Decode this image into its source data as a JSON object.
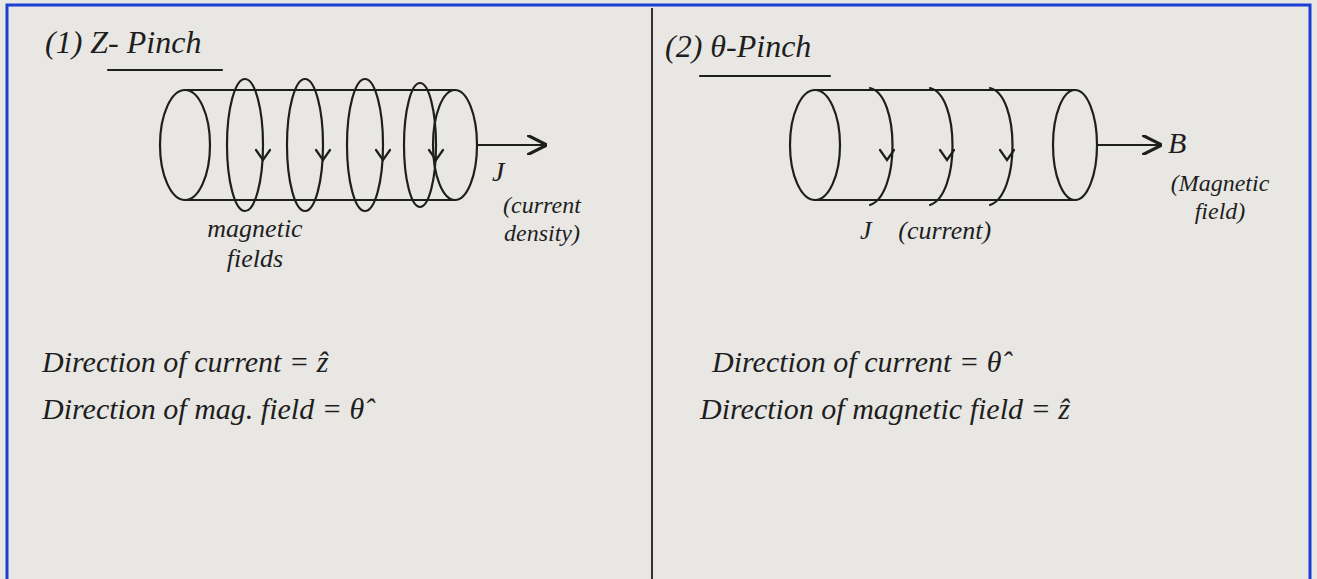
{
  "diagram": {
    "labels": [
      "(1) Z- Pinch",
      "magnetic fields",
      "J",
      "(current density)",
      "Direction of current = ẑ",
      "Direction of mag. field = θ̂",
      "(2) θ-Pinch",
      "B⃗",
      "(Magnetic field)",
      "J⃗ (current)",
      "Direction of current = θ̂",
      "Direction of magnetic field = ẑ"
    ]
  }
}
